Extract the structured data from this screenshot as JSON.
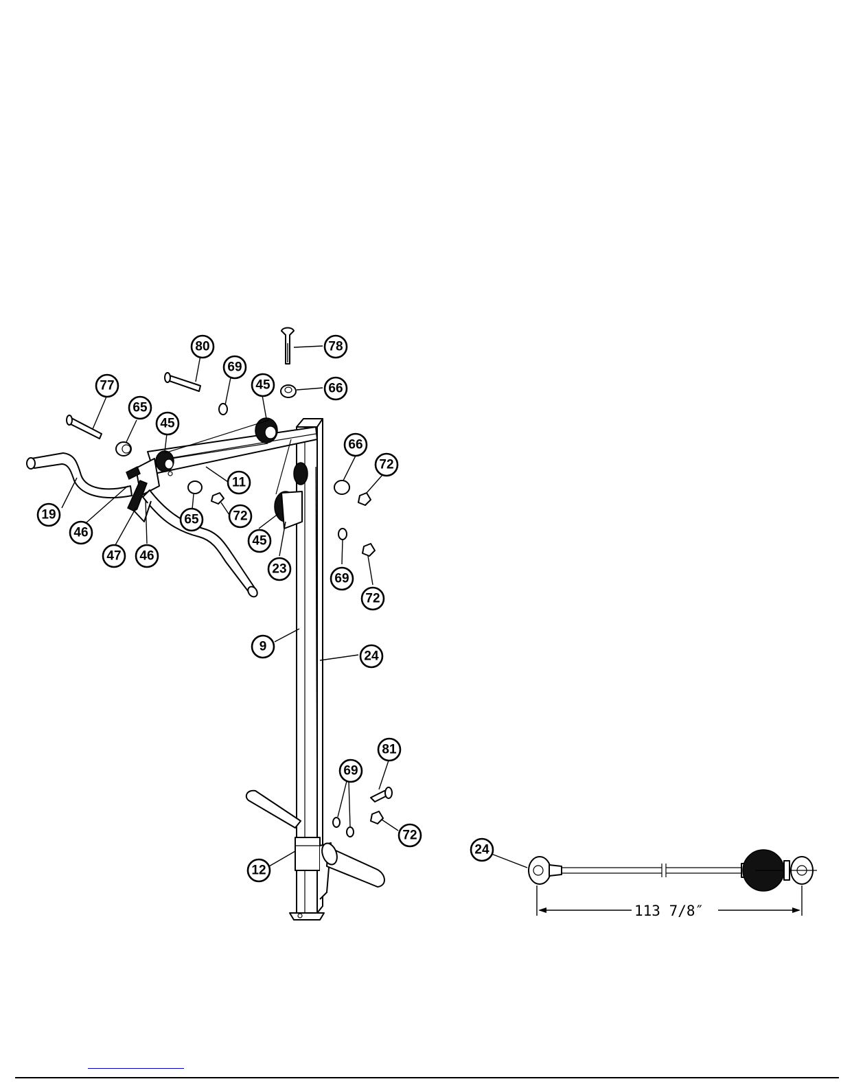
{
  "callouts": {
    "c80": "80",
    "c69a": "69",
    "c45a": "45",
    "c78": "78",
    "c66a": "66",
    "c77": "77",
    "c65a": "65",
    "c45b": "45",
    "c66b": "66",
    "c72a": "72",
    "c11": "11",
    "c19": "19",
    "c46a": "46",
    "c65b": "65",
    "c72b": "72",
    "c45c": "45",
    "c47": "47",
    "c46b": "46",
    "c23": "23",
    "c69b": "69",
    "c72c": "72",
    "c9": "9",
    "c24a": "24",
    "c81": "81",
    "c69c": "69",
    "c72d": "72",
    "c12": "12",
    "c24b": "24"
  },
  "cable_length": "113  7/8″"
}
